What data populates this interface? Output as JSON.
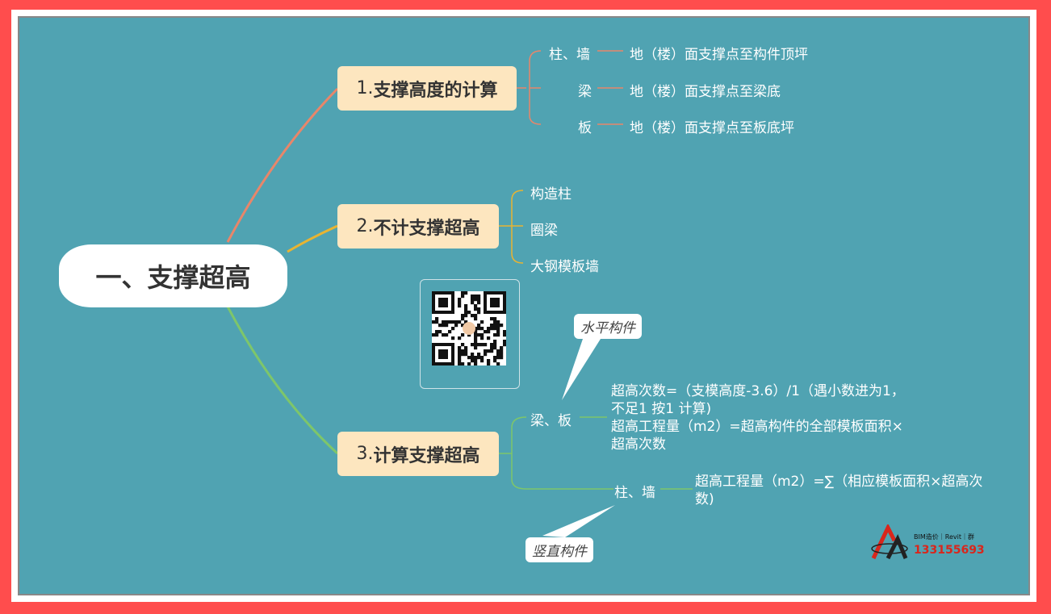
{
  "root": {
    "label": "一、支撑超高"
  },
  "branches": [
    {
      "prefix": "1.",
      "label": "支撑高度的计算",
      "items": [
        {
          "key": "柱、墙",
          "value": "地（楼）面支撑点至构件顶坪"
        },
        {
          "key": "梁",
          "value": "地（楼）面支撑点至梁底"
        },
        {
          "key": "板",
          "value": "地（楼）面支撑点至板底坪"
        }
      ]
    },
    {
      "prefix": "2.",
      "label": "不计支撑超高",
      "items": [
        "构造柱",
        "圈梁",
        "大钢模板墙"
      ]
    },
    {
      "prefix": "3.",
      "label": "计算支撑超高",
      "items": [
        {
          "key": "梁、板",
          "lines": [
            "超高次数=（支模高度-3.6）/1（遇小数进为1，",
            "不足1 按1 计算)",
            "超高工程量（m2）=超高构件的全部模板面积×",
            "超高次数"
          ],
          "callout": "水平构件"
        },
        {
          "key": "柱、墙",
          "lines": [
            "超高工程量（m2）=∑（相应模板面积×超高次",
            "数)"
          ],
          "callout": "竖直构件"
        }
      ]
    }
  ],
  "logo": {
    "text": "BIM造价｜Revit｜群",
    "number": "133155693"
  },
  "colors": {
    "background": "#50a3b2",
    "node": "#fde6bf",
    "branch1": "#e8866a",
    "branch2": "#e8b432",
    "branch3": "#7ec66a",
    "frame": "#ff4d4d"
  }
}
